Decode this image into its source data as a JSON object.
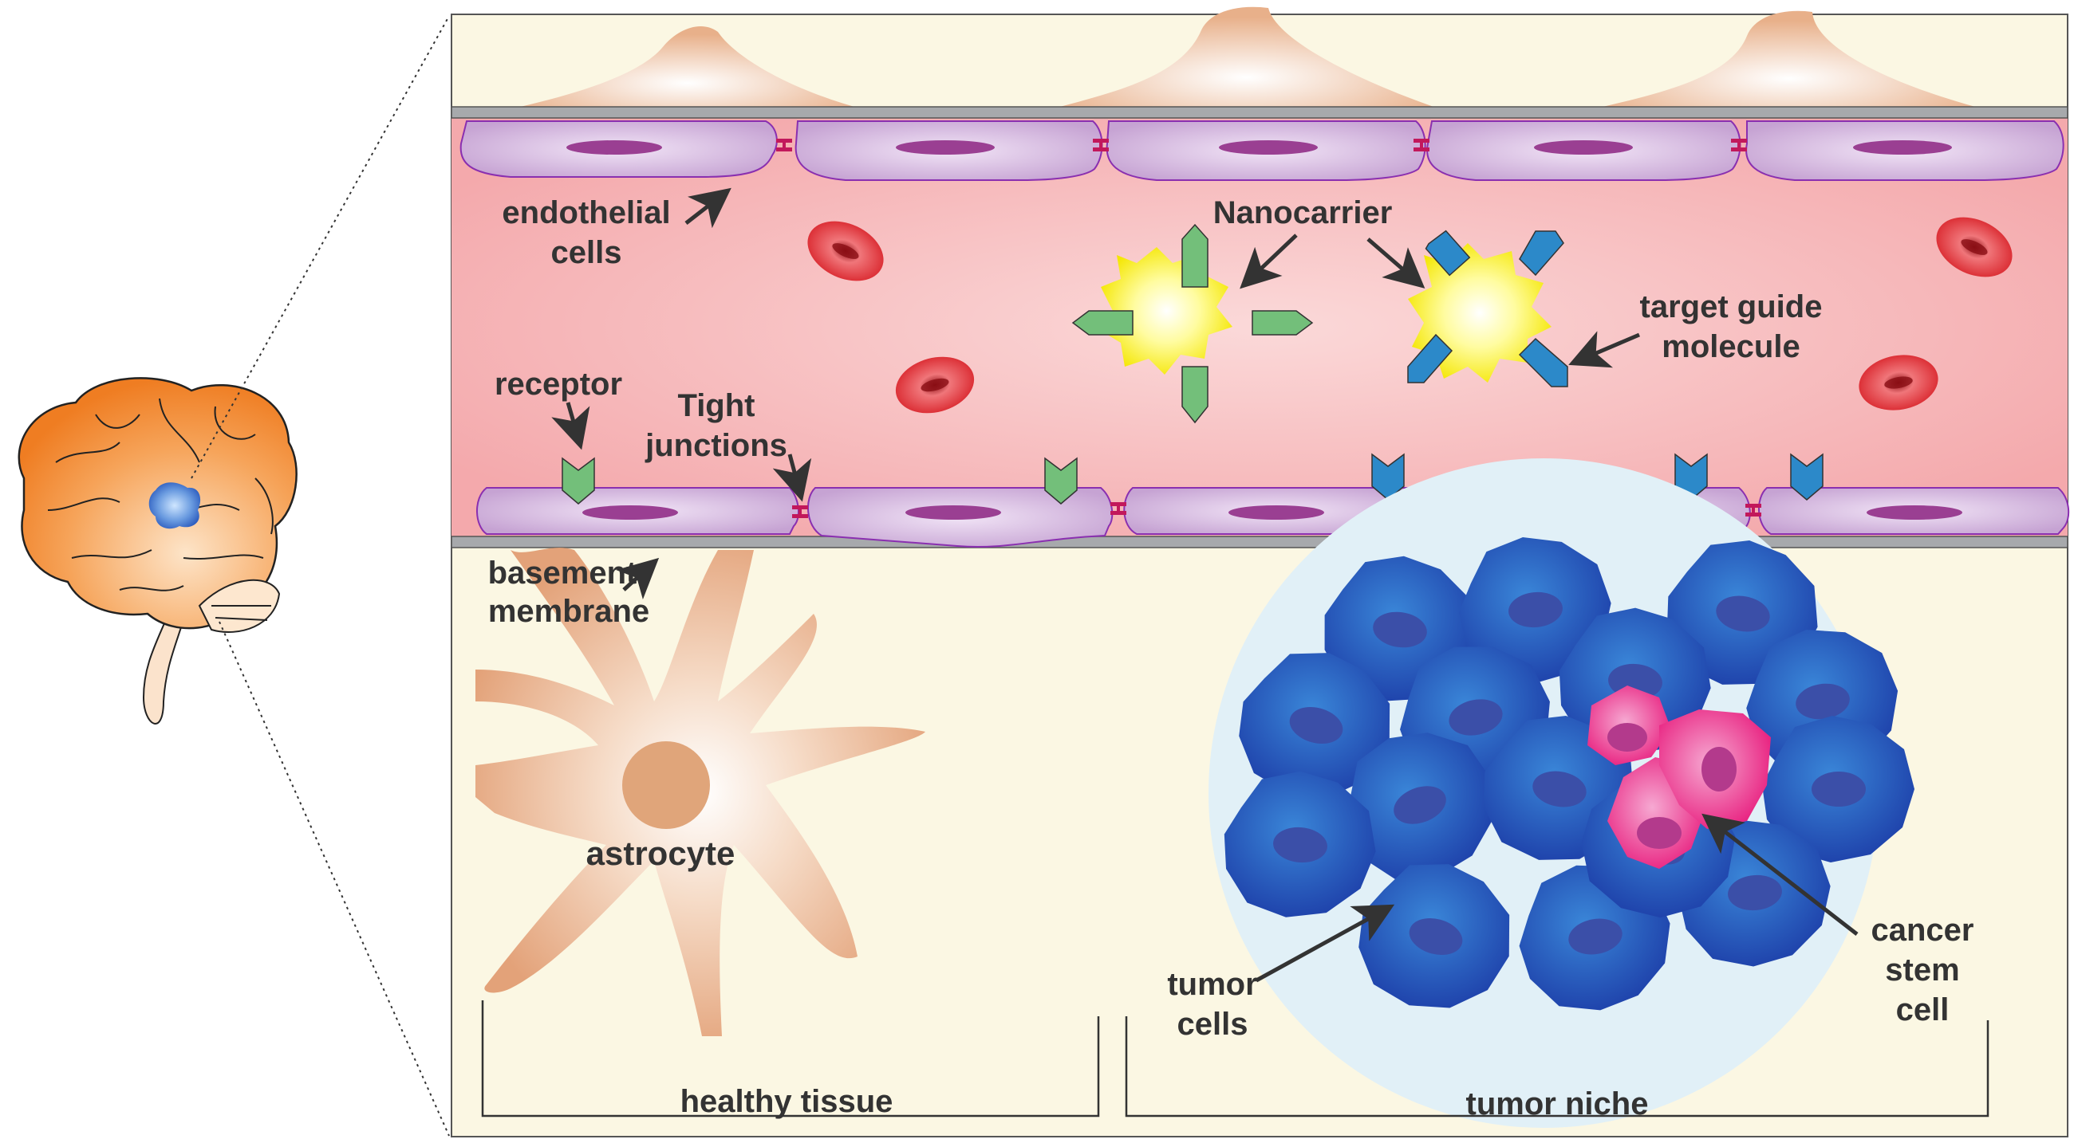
{
  "labels": {
    "endothelial": [
      "endothelial",
      "cells"
    ],
    "nanocarrier": "Nanocarrier",
    "target_guide": [
      "target guide",
      "molecule"
    ],
    "receptor": "receptor",
    "tight_junctions": [
      "Tight",
      "junctions"
    ],
    "basement_membrane": [
      "basement",
      "membrane"
    ],
    "astrocyte": "astrocyte",
    "tumor_cells": [
      "tumor",
      "cells"
    ],
    "cancer_stem_cell": [
      "cancer",
      "stem",
      "cell"
    ],
    "healthy_tissue": "healthy tissue",
    "tumor_niche": "tumor niche"
  },
  "colors": {
    "tissue": "#fbf6e3",
    "vessel_lumen": "#f4b0b2",
    "membrane": "#a7a9ac",
    "endothelial": "#c8a6d2",
    "nucleus": "#9a3f92",
    "rbc": "#d9262c",
    "nanocarrier": "#fff200",
    "ligand_green": "#73bf7a",
    "ligand_blue": "#2c89c9",
    "tumor_cell": "#2452b3",
    "stem_cell": "#ec2b8c",
    "astrocyte": "#e6aa80",
    "brain": "#f28a2e",
    "tumor_spot": "#3a6fc4",
    "junction": "#c2185b"
  }
}
